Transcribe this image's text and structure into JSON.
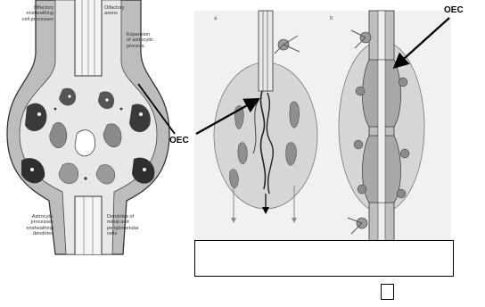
{
  "left_panel": {
    "labels": {
      "olfactory_ensheathing": "Olfactory\nensheathing\ncell processes",
      "olfactory_axons": "Olfactory\naxons",
      "expansion": "Expansion\nof astrocytic\nprocess",
      "astrocytic_processes": "Astrocytic\nprocesses\nensheathing\ndendrites",
      "dendrites": "Dendrites of\nmitral and\nperiglomerular\ncells"
    }
  },
  "right_panel": {
    "panel_a_letter": "a",
    "panel_b_letter": "b"
  },
  "callouts": {
    "left": "OEC",
    "right": "OEC"
  },
  "colors": {
    "callout_arrow": "#000000",
    "tissue_dark": "#3a3a3a",
    "tissue_mid": "#8a8a8a",
    "tissue_light": "#cfcfcf",
    "ellipse_fill": "#d6d6d6"
  }
}
